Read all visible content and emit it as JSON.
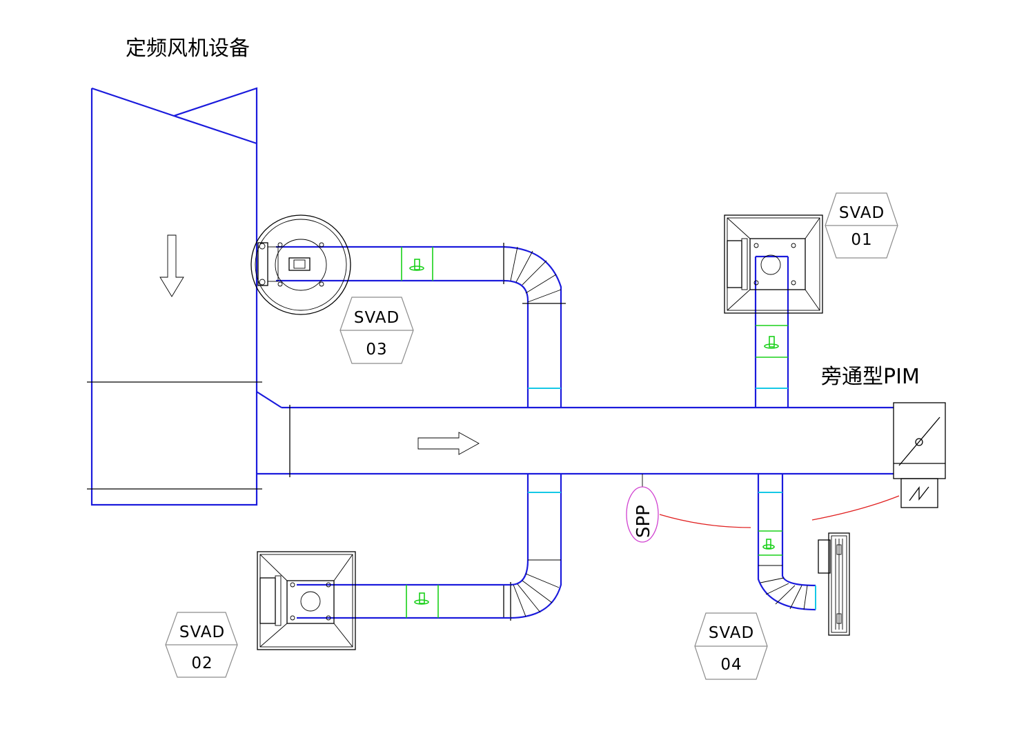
{
  "title": "定频风机设备",
  "pim_label": "旁通型PIM",
  "spp_label": "SPP",
  "svad_tags": [
    {
      "id": "svad-01",
      "type": "SVAD",
      "num": "01"
    },
    {
      "id": "svad-02",
      "type": "SVAD",
      "num": "02"
    },
    {
      "id": "svad-03",
      "type": "SVAD",
      "num": "03"
    },
    {
      "id": "svad-04",
      "type": "SVAD",
      "num": "04"
    }
  ],
  "colors": {
    "duct": "#1a1adc",
    "damper": "#18d018",
    "joint": "#14c8e6",
    "wiring": "#e01e1e",
    "spp": "#d040d0",
    "tag_border": "#8c8c8c"
  },
  "icons": {
    "flow_down": "arrow-down-icon",
    "flow_right": "arrow-right-icon",
    "bypass_damper": "damper-icon"
  }
}
